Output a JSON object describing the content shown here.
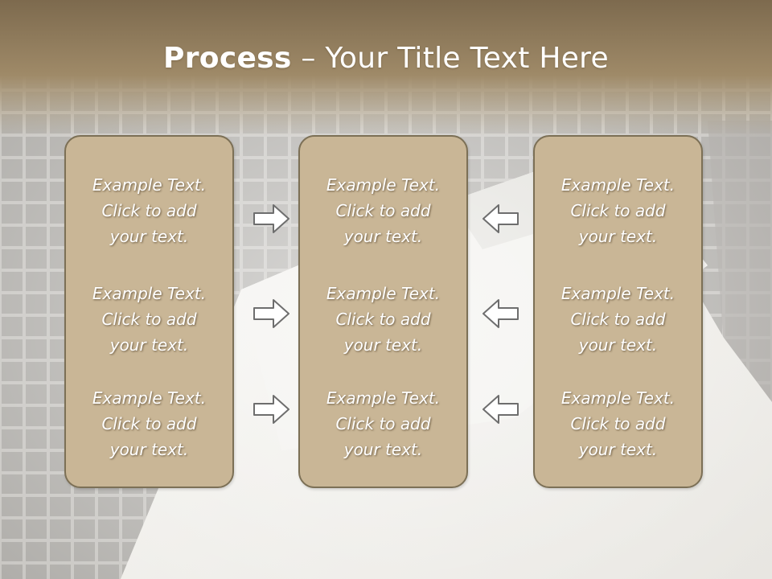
{
  "slide": {
    "title_bold": "Process",
    "title_rest": " – Your Title Text Here"
  },
  "columns": [
    {
      "items": [
        {
          "line1": "Example Text.",
          "line2": "Click  to add",
          "line3": "your text."
        },
        {
          "line1": "Example Text.",
          "line2": "Click  to add",
          "line3": "your text."
        },
        {
          "line1": "Example Text.",
          "line2": "Click  to add",
          "line3": "your text."
        }
      ]
    },
    {
      "items": [
        {
          "line1": "Example Text.",
          "line2": "Click  to add",
          "line3": "your text."
        },
        {
          "line1": "Example Text.",
          "line2": "Click  to add",
          "line3": "your text."
        },
        {
          "line1": "Example Text.",
          "line2": "Click  to add",
          "line3": "your text."
        }
      ]
    },
    {
      "items": [
        {
          "line1": "Example Text.",
          "line2": "Click  to add",
          "line3": "your text."
        },
        {
          "line1": "Example Text.",
          "line2": "Click  to add",
          "line3": "your text."
        },
        {
          "line1": "Example Text.",
          "line2": "Click  to add",
          "line3": "your text."
        }
      ]
    }
  ],
  "arrows": {
    "left_group": [
      "right-arrow-icon",
      "right-arrow-icon",
      "right-arrow-icon"
    ],
    "right_group": [
      "left-arrow-icon",
      "left-arrow-icon",
      "left-arrow-icon"
    ]
  },
  "colors": {
    "header_band": "#8c7656",
    "panel_fill": "#c9b696",
    "panel_border": "#7c7056",
    "text": "#ffffff",
    "arrow_stroke": "#6e6e6e"
  }
}
